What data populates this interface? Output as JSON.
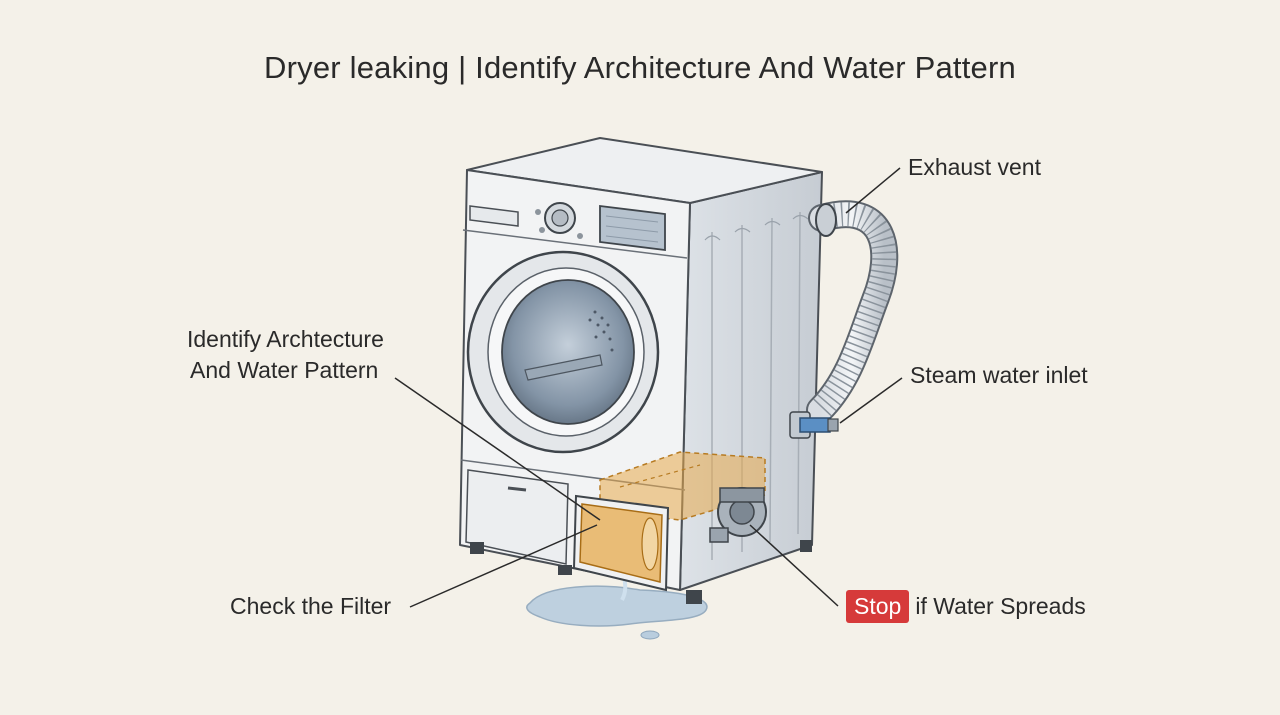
{
  "title": "Dryer leaking | Identify Architecture And Water Pattern",
  "labels": {
    "exhaust_vent": "Exhaust vent",
    "steam_water_inlet": "Steam water inlet",
    "identify_line1": "Identify Archtecture",
    "identify_line2": "And Water Pattern",
    "check_filter": "Check the Filter",
    "stop_badge": "Stop",
    "stop_rest": "if Water Spreads"
  },
  "colors": {
    "background": "#f4f1e9",
    "stop_badge": "#d63a3a",
    "filter_highlight": "#e7a94c",
    "water": "#b9cdde"
  }
}
